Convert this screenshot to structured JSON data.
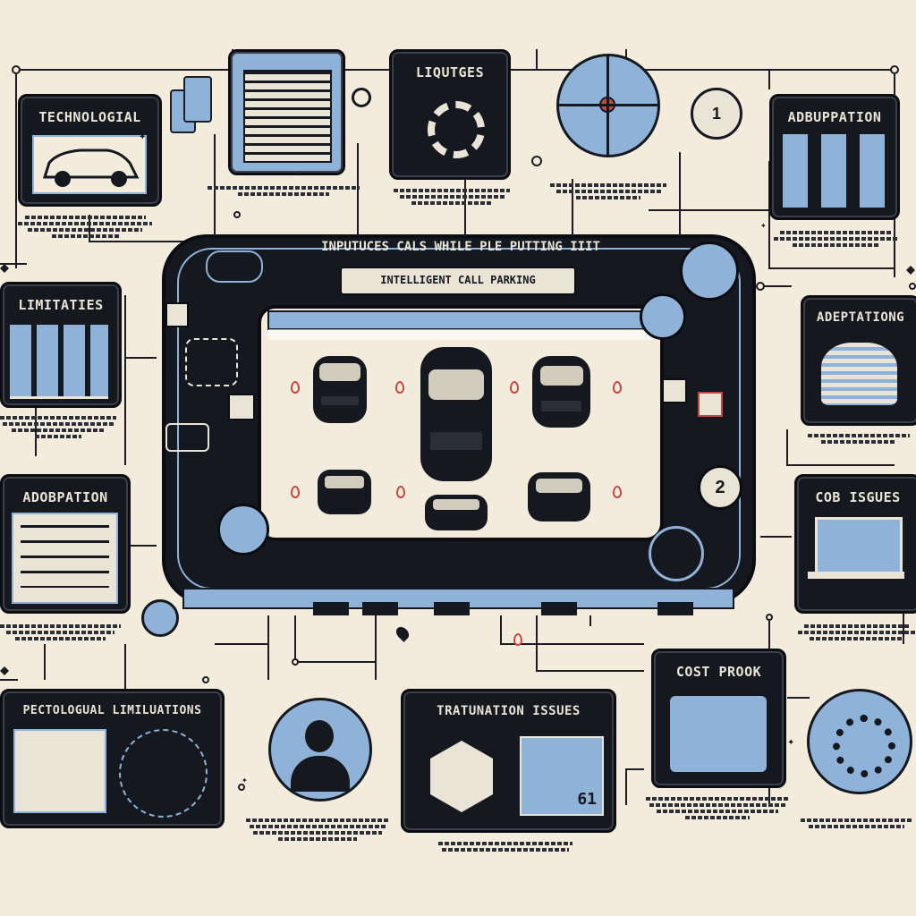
{
  "hub": {
    "banner": "INPUTUCES CALS WHILE PLE PUTTING IIIT",
    "subtitle": "INTELLIGENT CALL PARKING"
  },
  "panels": {
    "technological": "TECHNOLOGIAL",
    "liqutges": "LIQUTGES",
    "adbuppation": "ADBUPPATION",
    "limitaties": "LIMITATIES",
    "adeptationg": "ADEPTATIONG",
    "adobpation": "ADOBPATION",
    "cob_isgues": "COB ISGUES",
    "cost_proor": "COST PROOK",
    "pecological": "PECTOLOGUAL LIMILUATIONS",
    "tratunation": "TRATUNATION ISSUES"
  },
  "badges": {
    "one": "1",
    "two": "2"
  },
  "chart_screen_text": "61",
  "colors": {
    "background": "#f3ecdc",
    "panel": "#15181f",
    "accent_blue": "#8fb3d8",
    "alert_red": "#c5463c"
  }
}
